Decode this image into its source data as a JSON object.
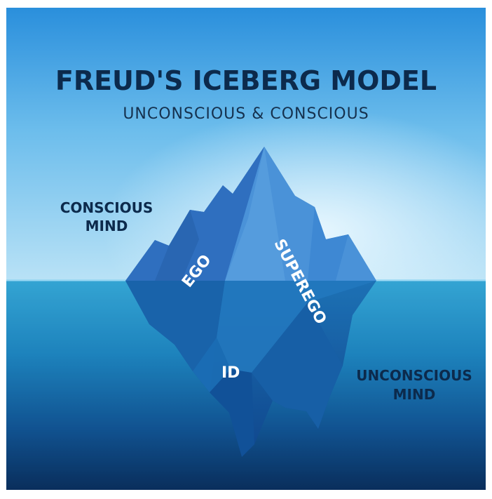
{
  "title": "FREUD'S ICEBERG MODEL",
  "subtitle": "UNCONSCIOUS & CONSCIOUS",
  "labels": {
    "conscious_line1": "CONSCIOUS",
    "conscious_line2": "MIND",
    "unconscious_line1": "UNCONSCIOUS",
    "unconscious_line2": "MIND"
  },
  "parts": {
    "ego": "EGO",
    "superego": "SUPEREGO",
    "id": "ID"
  },
  "colors": {
    "sky_top": "#2a8fdc",
    "sky_mid": "#7cc6f0",
    "sky_glow": "#d8f0fc",
    "water_top": "#2c9fcf",
    "water_bottom": "#07234f",
    "ice_light": "#3f86d0",
    "ice_dark": "#1a4f9c",
    "text_dark": "#0c2a4c"
  }
}
